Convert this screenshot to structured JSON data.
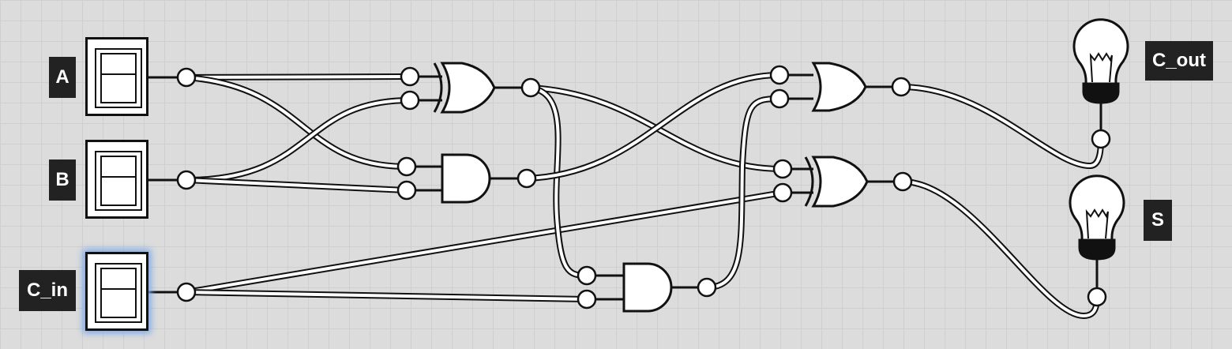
{
  "inputs": {
    "a": {
      "label": "A"
    },
    "b": {
      "label": "B"
    },
    "c_in": {
      "label": "C_in"
    }
  },
  "outputs": {
    "c_out": {
      "label": "C_out"
    },
    "s": {
      "label": "S"
    }
  },
  "gates": [
    "XOR",
    "AND",
    "OR",
    "XOR",
    "AND"
  ],
  "colors": {
    "board": "#dcdcdc",
    "grid": "#cfcfcf",
    "label_bg": "#222222",
    "selection_glow": "#7aa8e8"
  }
}
